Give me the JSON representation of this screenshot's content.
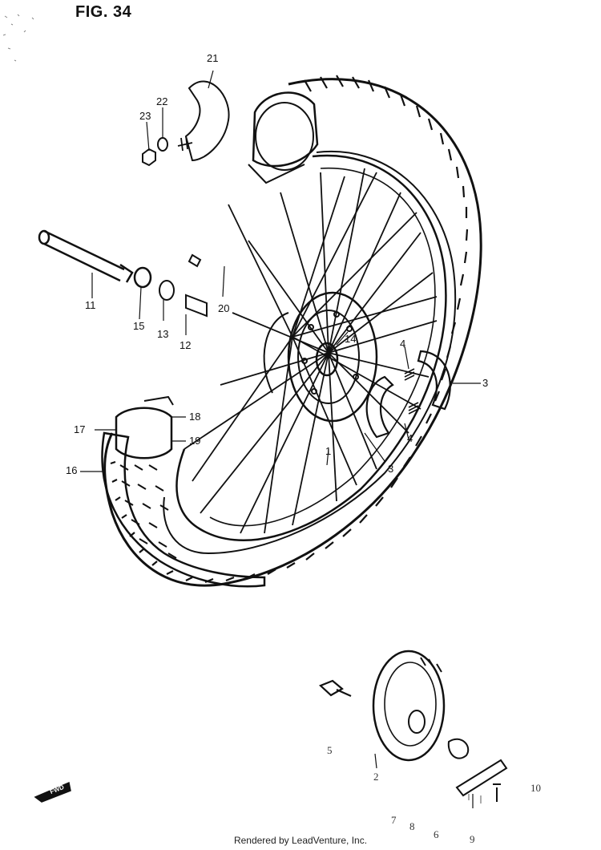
{
  "figure": {
    "title": "FIG. 34",
    "footer": "Rendered by LeadVenture, Inc.",
    "direction_badge": "FWD"
  },
  "callouts": {
    "c21": "21",
    "c22": "22",
    "c23": "23",
    "c11": "11",
    "c15": "15",
    "c13": "13",
    "c12": "12",
    "c20": "20",
    "c14": "14",
    "c4a": "4",
    "c3a": "3",
    "c4b": "4",
    "c3b": "3",
    "c1": "1",
    "c17": "17",
    "c18": "18",
    "c19": "19",
    "c16": "16",
    "c5": "5",
    "c2": "2",
    "c10": "10",
    "c7": "7",
    "c8": "8",
    "c6": "6",
    "c9": "9"
  }
}
